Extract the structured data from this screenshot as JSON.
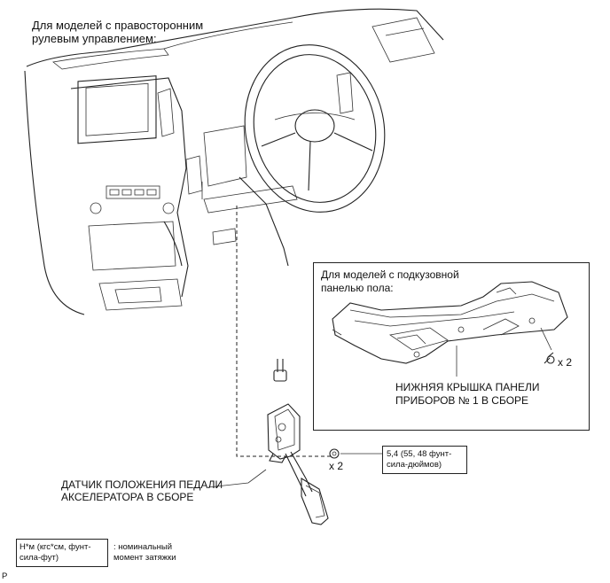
{
  "header_note": {
    "line1": "Для моделей с правосторонним",
    "line2": "рулевым управлением:"
  },
  "inset": {
    "title_line1": "Для моделей с подкузовной",
    "title_line2": "панелью пола:",
    "bolt_count": "x 2",
    "part_label_line1": "НИЖНЯЯ КРЫШКА ПАНЕЛИ",
    "part_label_line2": "ПРИБОРОВ № 1 В СБОРЕ"
  },
  "nut_count": "x 2",
  "torque_box": {
    "line1": "5,4 (55, 48 фунт-",
    "line2": "сила-дюймов)"
  },
  "sensor_label": {
    "line1": "ДАТЧИК ПОЛОЖЕНИЯ ПЕДАЛИ",
    "line2": "АКСЕЛЕРАТОРА В СБОРЕ"
  },
  "legend": {
    "box_line1": "Н*м (кгс*см, фунт-",
    "box_line2": "сила-фут)",
    "desc_line1": ": номинальный",
    "desc_line2": "момент затяжки"
  },
  "corner_mark": "P"
}
